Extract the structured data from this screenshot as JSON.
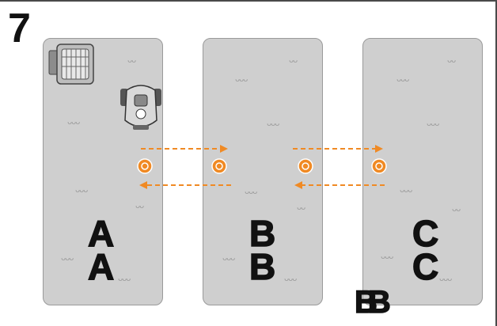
{
  "figure": {
    "step_number": "7",
    "zones": [
      {
        "id": "a",
        "labels": [
          "A",
          "A"
        ]
      },
      {
        "id": "b",
        "labels": [
          "B",
          "B"
        ]
      },
      {
        "id": "c",
        "labels": [
          "C",
          "C"
        ]
      }
    ],
    "extra_label": "BB"
  },
  "icons": {
    "charging_station": "charging-station-icon",
    "robot_mower": "robotic-mower-icon",
    "guide_point": "guide-point-icon",
    "grass": "grass-tuft-icon"
  },
  "colors": {
    "zone_fill": "#cfcfcf",
    "accent_orange": "#f08a24",
    "text": "#111111"
  }
}
